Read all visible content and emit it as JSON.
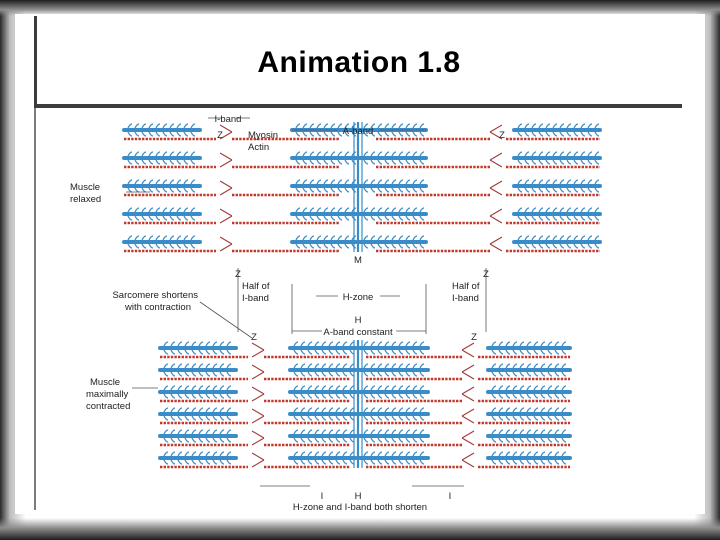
{
  "slide": {
    "title": "Animation 1.8"
  },
  "diagram": {
    "labels": {
      "i_band_top": "I-band",
      "z_top_left": "Z",
      "myosin": "Myosin",
      "actin": "Actin",
      "a_band_top": "A-band",
      "z_top_right": "Z",
      "muscle_relaxed": [
        "Muscle",
        "relaxed"
      ],
      "z_mid_left": "Z",
      "m_line": "M",
      "z_mid_right": "Z",
      "half_i_band_left": [
        "Half of",
        "I-band"
      ],
      "sarcomere_shortens": [
        "Sarcomere shortens",
        "with contraction"
      ],
      "h_zone": "H-zone",
      "h_mid": "H",
      "half_i_band_right": [
        "Half of",
        "I-band"
      ],
      "a_band_constant": "A-band constant",
      "z_bot_left": "Z",
      "z_bot_right": "Z",
      "muscle_contracted": [
        "Muscle",
        "maximally",
        "contracted"
      ],
      "i_bot_left": "I",
      "h_bot": "H",
      "i_bot_right": "I",
      "bottom_caption": "H-zone and I-band both shorten"
    },
    "colors": {
      "myosin": "#3a8cc8",
      "actin": "#c0392b",
      "z_line": "#a23a3a",
      "text": "#222222"
    }
  }
}
